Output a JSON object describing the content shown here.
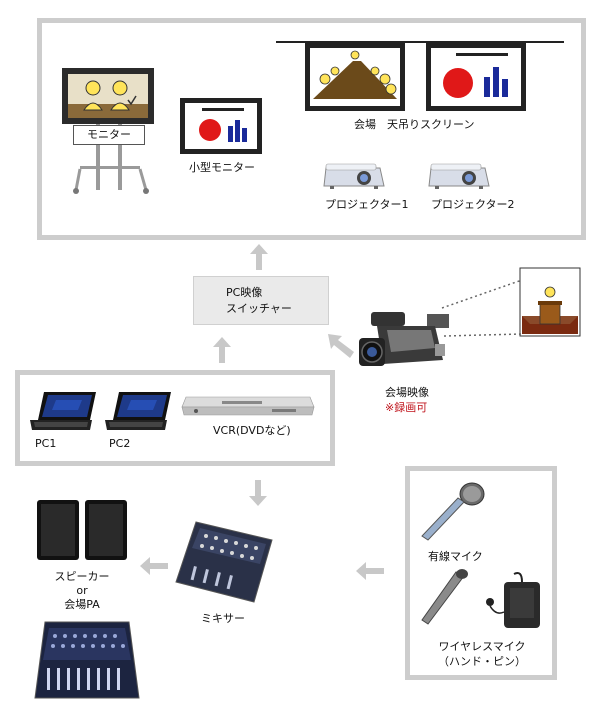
{
  "display_area": {
    "monitor": {
      "label": "モニター"
    },
    "small_monitor": {
      "label": "小型モニター"
    },
    "screen": {
      "label": "会場　天吊りスクリーン"
    },
    "projector1": {
      "label": "プロジェクター1"
    },
    "projector2": {
      "label": "プロジェクター2"
    }
  },
  "switcher": {
    "line1": "PC映像",
    "line2": "スイッチャー"
  },
  "sources": {
    "pc1": {
      "label": "PC1"
    },
    "pc2": {
      "label": "PC2"
    },
    "vcr": {
      "label": "VCR(DVDなど)"
    }
  },
  "camera": {
    "label": "会場映像",
    "note": "※録画可"
  },
  "speakers": {
    "line1": "スピーカー",
    "line2": "or",
    "line3": "会場PA"
  },
  "mixer": {
    "label": "ミキサー"
  },
  "mics": {
    "wired": {
      "label": "有線マイク"
    },
    "wireless_line1": "ワイヤレスマイク",
    "wireless_line2": "（ハンド・ピン）"
  },
  "colors": {
    "frame": "#cdcdcd",
    "arrow": "#c8c8c8",
    "accent_red": "#c0141c",
    "chart_blue": "#1a2a9a"
  }
}
